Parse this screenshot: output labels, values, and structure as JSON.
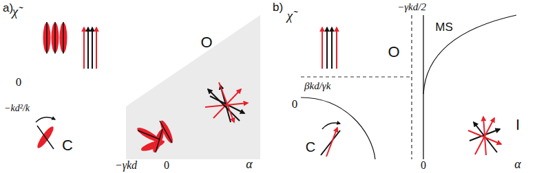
{
  "diagram": {
    "nodes": [
      {
        "text": [
          "O"
        ]
      },
      {
        "text": [
          "C"
        ]
      },
      {
        "text": [
          "O"
        ]
      },
      {
        "text": [
          "MS"
        ]
      },
      {
        "text": [
          "C"
        ]
      },
      {
        "text": [
          "I"
        ]
      }
    ],
    "labels": [
      "a)",
      "χ̃",
      "0",
      "−kd²/k",
      "−γkd",
      "0",
      "α",
      "b)",
      "−γkd/2",
      "χ̃",
      "βkd/γk",
      "0",
      "0",
      "α"
    ]
  }
}
